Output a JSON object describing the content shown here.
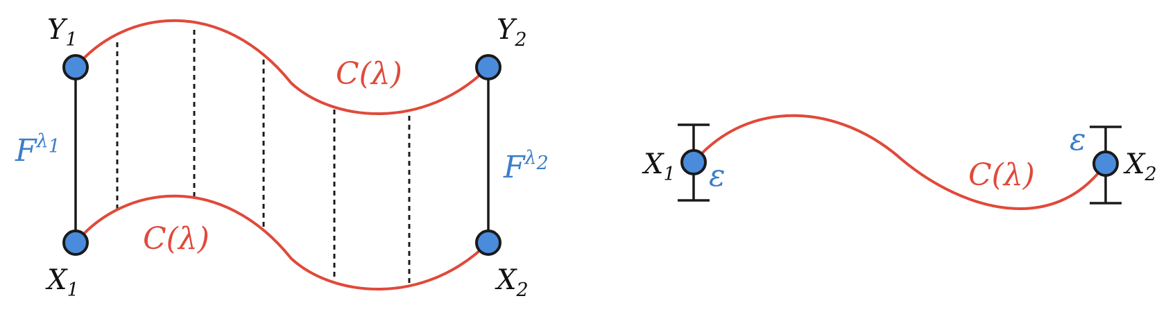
{
  "colors": {
    "curve": "#e0493a",
    "node_fill": "#4a8bdc",
    "node_stroke": "#1a1a1a",
    "fiber": "#1a1a1a",
    "blue_label": "#3c7ec8",
    "dark_label": "#111111"
  },
  "left_panel": {
    "nodes": {
      "y1": {
        "base": "Y",
        "sub": "1"
      },
      "y2": {
        "base": "Y",
        "sub": "2"
      },
      "x1": {
        "base": "X",
        "sub": "1"
      },
      "x2": {
        "base": "X",
        "sub": "2"
      }
    },
    "fiber_left": {
      "base": "F",
      "sup_base": "λ",
      "sup_sub": "1"
    },
    "fiber_right": {
      "base": "F",
      "sup_base": "λ",
      "sup_sub": "2"
    },
    "curve_top_label": "C(λ)",
    "curve_bottom_label": "C(λ)"
  },
  "right_panel": {
    "nodes": {
      "x1": {
        "base": "X",
        "sub": "1"
      },
      "x2": {
        "base": "X",
        "sub": "2"
      }
    },
    "epsilon_left": "ε",
    "epsilon_right": "ε",
    "curve_label": "C(λ)"
  }
}
